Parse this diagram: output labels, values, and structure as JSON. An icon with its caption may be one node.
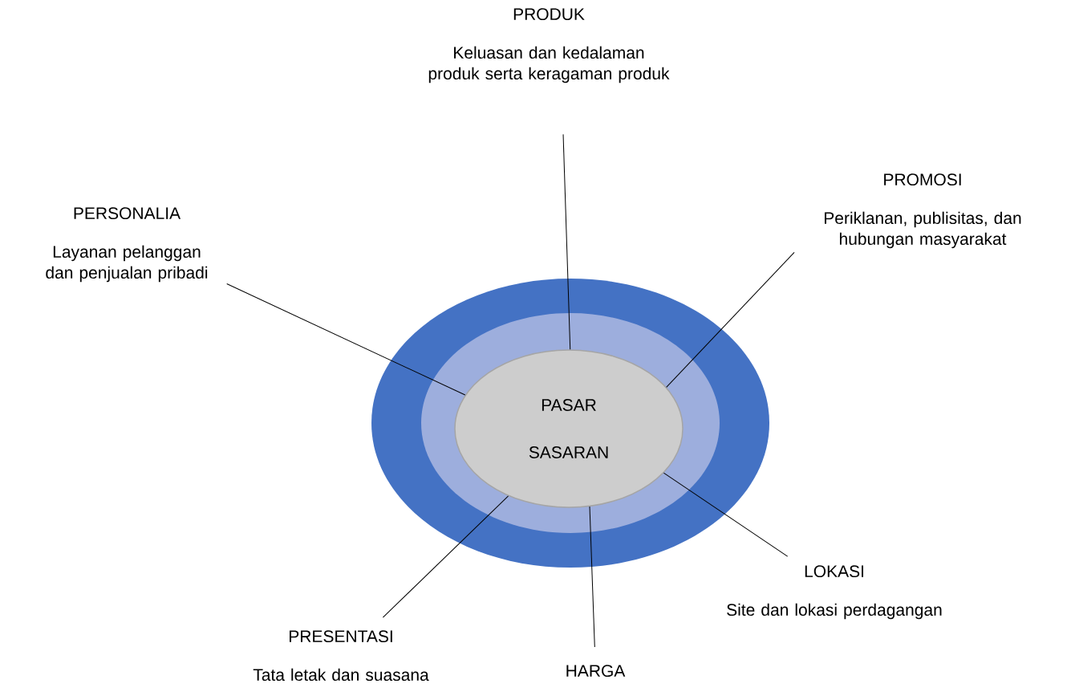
{
  "diagram": {
    "nodes": [
      {
        "text": [],
        "shape": "ellipse"
      },
      {
        "text": [],
        "shape": "ellipse",
        "in": 0
      },
      {
        "text": [
          "PASAR SASARAN"
        ],
        "in": 1
      },
      {
        "text": [
          "PRODUK",
          "Keluasan dan kedalaman produk serta keragaman produk"
        ]
      },
      {
        "text": [
          "PERSONALIA",
          "Layanan pelanggan dan penjualan pribadi"
        ]
      },
      {
        "text": [
          "PROMOSI",
          "Periklanan, publisitas, dan hubungan masyarakat"
        ]
      },
      {
        "text": [
          "LOKASI",
          "Site dan lokasi perdagangan"
        ]
      },
      {
        "text": [
          "PRESENTASI",
          "Tata letak dan suasana"
        ]
      },
      {
        "text": [
          "HARGA"
        ]
      }
    ],
    "edges": [
      {
        "from": 3,
        "to": 2,
        "arrow": "none"
      },
      {
        "from": 4,
        "to": 2,
        "arrow": "none"
      },
      {
        "from": 5,
        "to": 2,
        "arrow": "none"
      },
      {
        "from": 6,
        "to": 2,
        "arrow": "none"
      },
      {
        "from": 7,
        "to": 2,
        "arrow": "none"
      },
      {
        "from": 8,
        "to": 2,
        "arrow": "none"
      }
    ]
  }
}
